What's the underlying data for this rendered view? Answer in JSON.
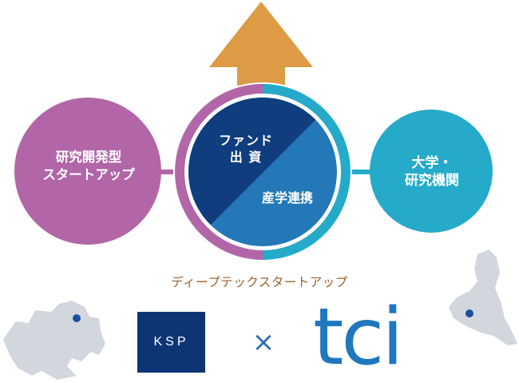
{
  "left_circle": {
    "line1": "研究開発型",
    "line2": "スタートアップ",
    "color": "#b266a8"
  },
  "right_circle": {
    "line1": "大学・",
    "line2": "研究機関",
    "color": "#25abc9"
  },
  "center": {
    "fund_line1": "ファンド",
    "fund_line2": "出 資",
    "industry": "産学連携",
    "dark_color": "#0f3d7e",
    "light_color": "#2478b8"
  },
  "arrow_color": "#dc9b44",
  "caption": "ディープテックスタートアップ",
  "logos": {
    "ksp": "KSP",
    "times": "×",
    "tci": "tci"
  },
  "map_color": "#d2d7dd",
  "marker_color": "#1a4ea0"
}
